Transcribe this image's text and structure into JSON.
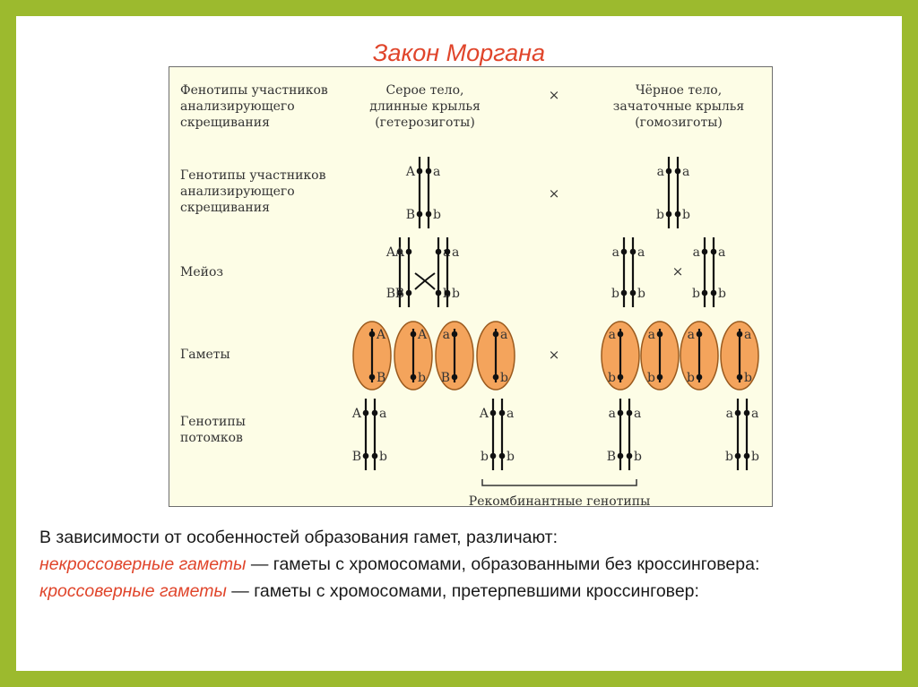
{
  "title": "Закон Моргана",
  "diagram": {
    "row_labels": {
      "phenotypes": [
        "Фенотипы участников",
        "анализирующего",
        "скрещивания"
      ],
      "genotypes": [
        "Генотипы участников",
        "анализирующего",
        "скрещивания"
      ],
      "meiosis": "Мейоз",
      "gametes": "Гаметы",
      "offspring": [
        "Генотипы",
        "потомков"
      ]
    },
    "parent1_phenotype": [
      "Серое тело,",
      "длинные крылья",
      "(гетерозиготы)"
    ],
    "parent2_phenotype": [
      "Чёрное тело,",
      "зачаточные крылья",
      "(гомозиготы)"
    ],
    "cross_symbol": "×",
    "allele_A": "A",
    "allele_a": "a",
    "allele_B": "B",
    "allele_b": "b",
    "recombinant_label": "Рекомбинантные генотипы",
    "colors": {
      "gamete_fill": "#f4a45c",
      "gamete_stroke": "#9a5a1e",
      "chromosome": "#111111"
    }
  },
  "text": {
    "intro": "В зависимости от особенностей образования гамет, различают:",
    "term1": "некроссоверные гаметы",
    "def1": " — гаметы с хромосомами, образованными без кроссинговера:",
    "term2": "кроссоверные гаметы",
    "def2": " — гаметы с хромосомами, претерпевшими кроссинговер:"
  }
}
